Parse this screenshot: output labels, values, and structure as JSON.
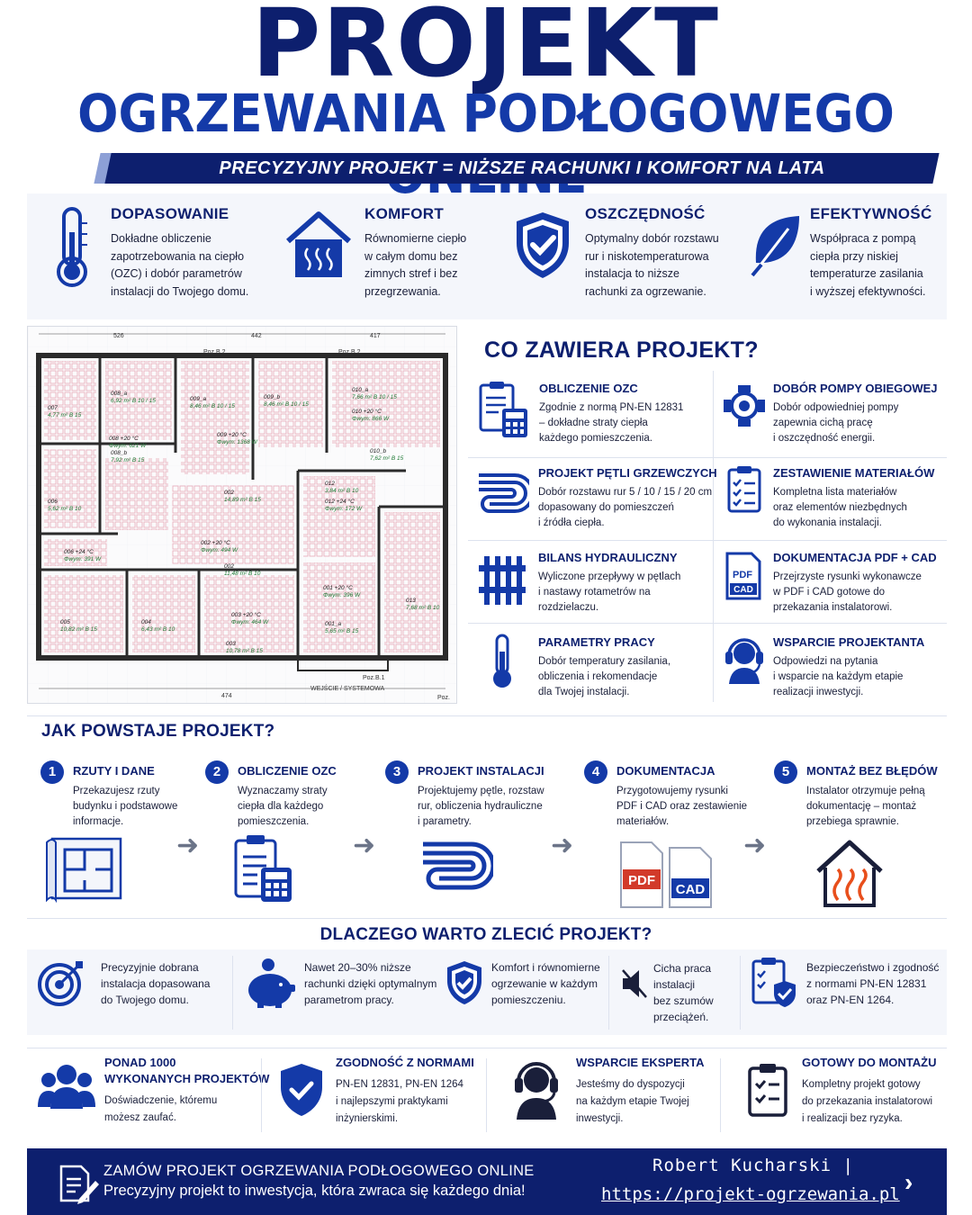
{
  "header": {
    "title": "PROJEKT",
    "subtitle": "OGRZEWANIA PODŁOGOWEGO ONLINE",
    "banner": "PRECYZYJNY PROJEKT = NIŻSZE RACHUNKI I KOMFORT NA LATA"
  },
  "features": [
    {
      "title": "DOPASOWANIE",
      "icon": "thermometer-icon",
      "lines": [
        "Dokładne obliczenie",
        "zapotrzebowania na ciepło",
        "(OZC) i dobór parametrów",
        "instalacji do Twojego domu."
      ]
    },
    {
      "title": "KOMFORT",
      "icon": "house-heat-icon",
      "lines": [
        "Równomierne ciepło",
        "w całym domu bez",
        "zimnych stref i bez",
        "przegrzewania."
      ]
    },
    {
      "title": "OSZCZĘDNOŚĆ",
      "icon": "shield-check-icon",
      "lines": [
        "Optymalny dobór rozstawu",
        "rur i niskotemperaturowa",
        "instalacja to niższe",
        "rachunki za ogrzewanie."
      ]
    },
    {
      "title": "EFEKTYWNOŚĆ",
      "icon": "leaf-icon",
      "lines": [
        "Współpraca z pompą",
        "ciepła przy niskiej",
        "temperaturze zasilania",
        "i wyższej efektywności."
      ]
    }
  ],
  "plan": {
    "rooms": [
      {
        "label": "008_a",
        "area": "6,92 m² B 10 / 15"
      },
      {
        "label": "009_a",
        "area": "8,46 m² B 10 / 15"
      },
      {
        "label": "009_b",
        "area": "8,46 m² B 10 / 15"
      },
      {
        "label": "010_a",
        "area": "7,66 m² B 10 / 15"
      },
      {
        "label": "007",
        "area": "4,77 m² B 15"
      },
      {
        "label": "008 +20 °C",
        "area": "Φwym: 621 W"
      },
      {
        "label": "008_b",
        "area": "7,92 m² B 15"
      },
      {
        "label": "009 +20 °C",
        "area": "Φwym: 1368 W"
      },
      {
        "label": "010 +20 °C",
        "area": "Φwym: 866 W"
      },
      {
        "label": "010_b",
        "area": "7,62 m² B 15"
      },
      {
        "label": "006",
        "area": "5,62 m² B 10"
      },
      {
        "label": "002",
        "area": "14,89 m² B 15"
      },
      {
        "label": "012",
        "area": "3,84 m² B 10"
      },
      {
        "label": "012 +24 °C",
        "area": "Φwym: 172 W"
      },
      {
        "label": "006 +24 °C",
        "area": "Φwym: 391 W"
      },
      {
        "label": "002 +20 °C",
        "area": "Φwym: 494 W"
      },
      {
        "label": "002",
        "area": "11,48 m² B 10"
      },
      {
        "label": "001 +20 °C",
        "area": "Φwym: 396 W"
      },
      {
        "label": "013",
        "area": "7,68 m² B 10"
      },
      {
        "label": "005",
        "area": "10,82 m² B 15"
      },
      {
        "label": "004",
        "area": "6,43 m² B 10"
      },
      {
        "label": "003 +20 °C",
        "area": "Φwym: 464 W"
      },
      {
        "label": "003",
        "area": "10,78 m² B 15"
      },
      {
        "label": "001_a",
        "area": "5,65 m² B 15"
      }
    ],
    "dims": [
      "526",
      "442",
      "417",
      "474"
    ],
    "tags": [
      "Poz.B.2",
      "Poz.B.2",
      "Poz.B.1",
      "Poz.",
      "WEJŚCIE / SYSTEMOWA"
    ]
  },
  "contents": {
    "title": "CO ZAWIERA PROJEKT?",
    "items": [
      {
        "title": "OBLICZENIE OZC",
        "icon": "clipboard-calculator-icon",
        "lines": [
          "Zgodnie z normą PN-EN 12831",
          "– dokładne straty ciepła",
          "każdego pomieszczenia."
        ]
      },
      {
        "title": "DOBÓR POMPY OBIEGOWEJ",
        "icon": "pump-icon",
        "lines": [
          "Dobór odpowiedniej pompy",
          "zapewnia cichą pracę",
          "i oszczędność energii."
        ]
      },
      {
        "title": "PROJEKT PĘTLI GRZEWCZYCH",
        "icon": "heating-loop-icon",
        "lines": [
          "Dobór rozstawu rur 5 / 10 / 15 / 20 cm",
          "dopasowany do pomieszczeń",
          "i źródła ciepła."
        ]
      },
      {
        "title": "ZESTAWIENIE MATERIAŁÓW",
        "icon": "checklist-icon",
        "lines": [
          "Kompletna lista materiałów",
          "oraz elementów niezbędnych",
          "do wykonania instalacji."
        ]
      },
      {
        "title": "BILANS HYDRAULICZNY",
        "icon": "manifold-icon",
        "lines": [
          "Wyliczone przepływy w pętlach",
          "i nastawy rotametrów na",
          "rozdzielaczu."
        ]
      },
      {
        "title": "DOKUMENTACJA PDF + CAD",
        "icon": "pdf-cad-icon",
        "lines": [
          "Przejrzyste rysunki wykonawcze",
          "w PDF i CAD gotowe do",
          "przekazania instalatorowi."
        ]
      },
      {
        "title": "PARAMETRY PRACY",
        "icon": "thermometer-icon",
        "lines": [
          "Dobór temperatury zasilania,",
          "obliczenia i rekomendacje",
          "dla Twojej instalacji."
        ]
      },
      {
        "title": "WSPARCIE PROJEKTANTA",
        "icon": "headset-icon",
        "lines": [
          "Odpowiedzi na pytania",
          "i wsparcie na każdym etapie",
          "realizacji inwestycji."
        ]
      }
    ]
  },
  "process": {
    "title": "JAK POWSTAJE PROJEKT?",
    "steps": [
      {
        "num": "1",
        "title": "RZUTY I DANE",
        "lines": [
          "Przekazujesz rzuty",
          "budynku i podstawowe",
          "informacje."
        ]
      },
      {
        "num": "2",
        "title": "OBLICZENIE OZC",
        "lines": [
          "Wyznaczamy straty",
          "ciepła dla każdego",
          "pomieszczenia."
        ]
      },
      {
        "num": "3",
        "title": "PROJEKT INSTALACJI",
        "lines": [
          "Projektujemy pętle, rozstaw",
          "rur, obliczenia hydrauliczne",
          "i parametry."
        ]
      },
      {
        "num": "4",
        "title": "DOKUMENTACJA",
        "lines": [
          "Przygotowujemy rysunki",
          "PDF i CAD oraz zestawienie",
          "materiałów."
        ]
      },
      {
        "num": "5",
        "title": "MONTAŻ BEZ BŁĘDÓW",
        "lines": [
          "Instalator otrzymuje pełną",
          "dokumentację – montaż",
          "przebiega sprawnie."
        ]
      }
    ],
    "pdf": "PDF",
    "cad": "CAD"
  },
  "why": {
    "title": "DLACZEGO WARTO ZLECIĆ PROJEKT?",
    "items": [
      {
        "icon": "target-icon",
        "lines": [
          "Precyzyjnie dobrana",
          "instalacja dopasowana",
          "do Twojego domu."
        ]
      },
      {
        "icon": "piggy-bank-icon",
        "lines": [
          "Nawet 20–30% niższe",
          "rachunki dzięki optymalnym",
          "parametrom pracy."
        ]
      },
      {
        "icon": "shield-check-icon",
        "lines": [
          "Komfort i równomierne",
          "ogrzewanie w każdym",
          "pomieszczeniu."
        ]
      },
      {
        "icon": "mute-speaker-icon",
        "lines": [
          "Cicha praca",
          "instalacji",
          "bez szumów",
          "przeciążeń."
        ]
      },
      {
        "icon": "clipboard-shield-icon",
        "lines": [
          "Bezpieczeństwo i zgodność",
          "z normami PN-EN 12831",
          "oraz PN-EN 1264."
        ]
      }
    ]
  },
  "bottom": [
    {
      "icon": "users-icon",
      "title": [
        "PONAD 1000",
        "WYKONANYCH PROJEKTÓW"
      ],
      "lines": [
        "Doświadczenie, któremu",
        "możesz zaufać."
      ]
    },
    {
      "icon": "shield-check-icon",
      "title": [
        "ZGODNOŚĆ Z NORMAMI"
      ],
      "lines": [
        "PN-EN 12831, PN-EN 1264",
        "i najlepszymi praktykami",
        "inżynierskimi."
      ]
    },
    {
      "icon": "headset-icon",
      "title": [
        "WSPARCIE EKSPERTA"
      ],
      "lines": [
        "Jesteśmy do dyspozycji",
        "na każdym etapie Twojej",
        "inwestycji."
      ]
    },
    {
      "icon": "clipboard-check-icon",
      "title": [
        "GOTOWY DO MONTAŻU"
      ],
      "lines": [
        "Kompletny projekt gotowy",
        "do przekazania instalatorowi",
        "i realizacji bez ryzyka."
      ]
    }
  ],
  "footer": {
    "line1": "ZAMÓW PROJEKT OGRZEWANIA PODŁOGOWEGO ONLINE",
    "line2": "Precyzyjny projekt to inwestycja, która zwraca się każdego dnia!",
    "author": "Robert Kucharski |",
    "url": "https://projekt-ogrzewania.pl",
    "chevron": "›"
  },
  "colors": {
    "navy": "#0d1f6e",
    "blue": "#143aa8",
    "red": "#d23a2a",
    "floor_pink": "#e8a9b8"
  }
}
